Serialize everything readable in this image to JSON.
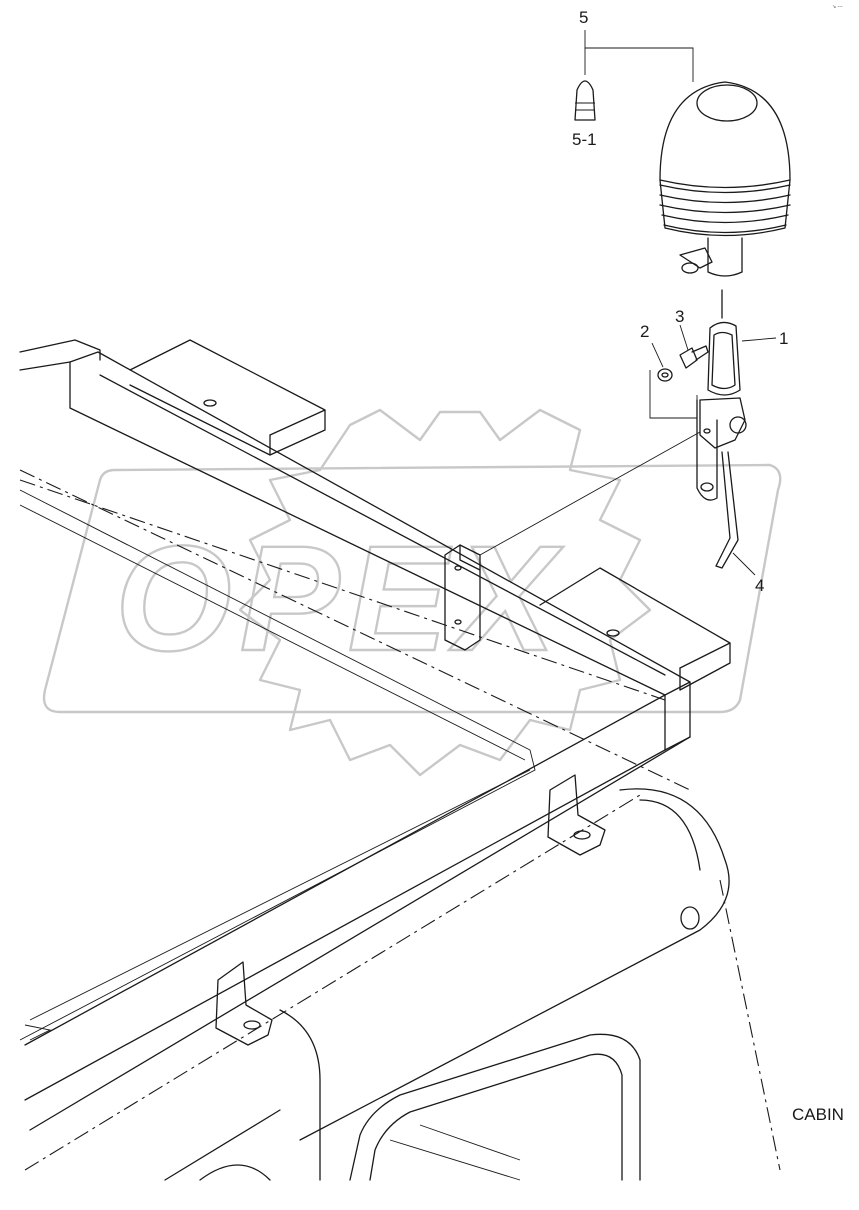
{
  "callouts": {
    "part_1": "1",
    "part_2": "2",
    "part_3": "3",
    "part_4": "4",
    "part_5": "5",
    "part_5_1": "5-1"
  },
  "section_label": "CABIN",
  "watermark": "OPEX",
  "corner_mark": "↘ ---"
}
